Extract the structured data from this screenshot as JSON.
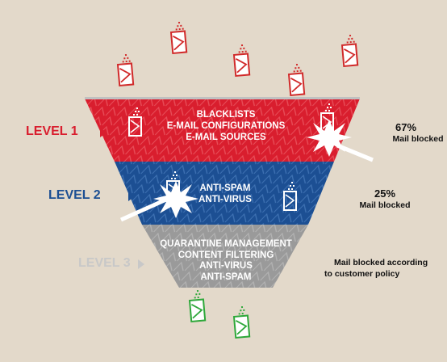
{
  "levels": [
    {
      "level_label": "LEVEL 1",
      "color": "#d91e2e",
      "lines": [
        "BLACKLISTS",
        "E-MAIL CONFIGURATIONS",
        "E-MAIL SOURCES"
      ],
      "stat_percent": "67%",
      "stat_text": "Mail blocked"
    },
    {
      "level_label": "LEVEL 2",
      "color": "#1c4f93",
      "lines": [
        "ANTI-SPAM",
        "ANTI-VIRUS"
      ],
      "stat_percent": "25%",
      "stat_text": "Mail blocked"
    },
    {
      "level_label": "LEVEL 3",
      "color": "#9a9a9a",
      "label_color": "#c8c8c8",
      "lines": [
        "QUARANTINE MANAGEMENT",
        "CONTENT FILTERING",
        "ANTI-VIRUS",
        "ANTI-SPAM"
      ],
      "policy_lines": [
        "Mail blocked according",
        "to customer policy"
      ]
    }
  ],
  "colors": {
    "background": "#e3d9ca",
    "envelope_incoming": "#d12a2a",
    "envelope_outgoing": "#2ea83a",
    "level3_label": "#c8c8c8"
  },
  "icons": [
    "envelope-icon",
    "arrow-right-icon",
    "explosion-icon"
  ]
}
